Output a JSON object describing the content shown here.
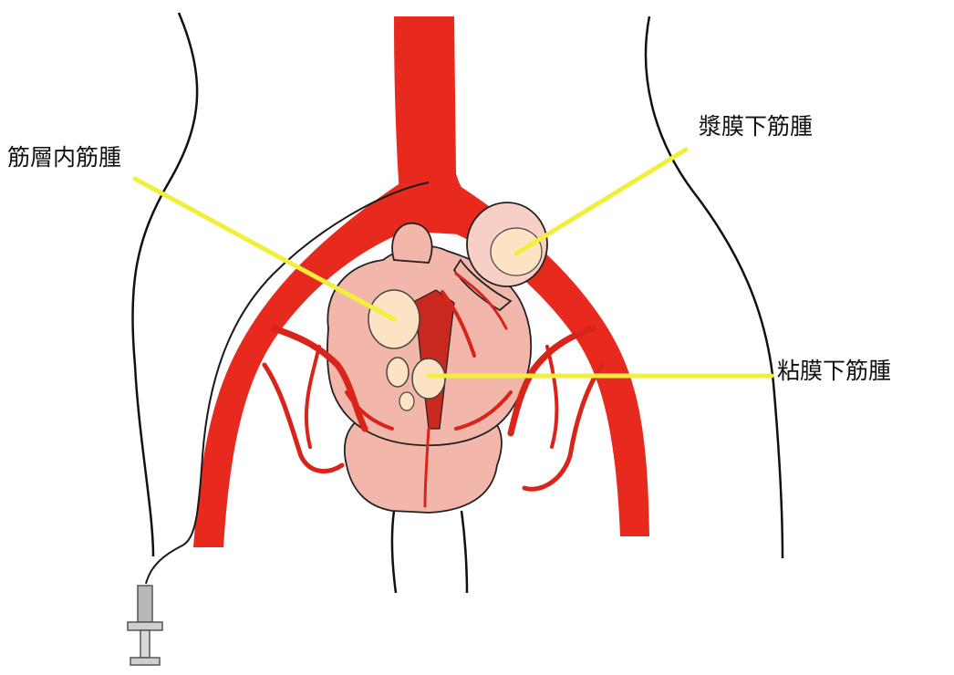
{
  "labels": {
    "intramural": "筋層内筋腫",
    "subserosal": "漿膜下筋腫",
    "submucosal": "粘膜下筋腫"
  },
  "colors": {
    "artery": "#e82a1e",
    "artery_dark": "#b81a12",
    "uterus_fill": "#f3b6aa",
    "uterus_light": "#f8cfc6",
    "fibroid_fill": "#fbe3c4",
    "pointer": "#f2ef3c",
    "outline": "#111111"
  }
}
